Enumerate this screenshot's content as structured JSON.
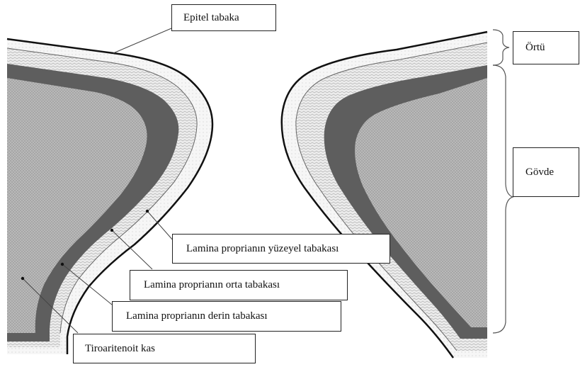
{
  "labels": {
    "epitel": "Epitel tabaka",
    "ortu": "Örtü",
    "govde": "Gövde",
    "yuzeyel": "Lamina proprianın yüzeyel tabakası",
    "orta": "Lamina proprianın orta tabakası",
    "derin": "Lamina proprianın derin tabakası",
    "kas": "Tiroaritenoit kas"
  },
  "colors": {
    "muscle": "#b9b9b9",
    "deep_layer": "#5e5e5e",
    "middle_layer": "#e2e2e2",
    "superficial_layer": "#f2f2f2",
    "outline": "#111111",
    "leader_line": "#444444"
  }
}
